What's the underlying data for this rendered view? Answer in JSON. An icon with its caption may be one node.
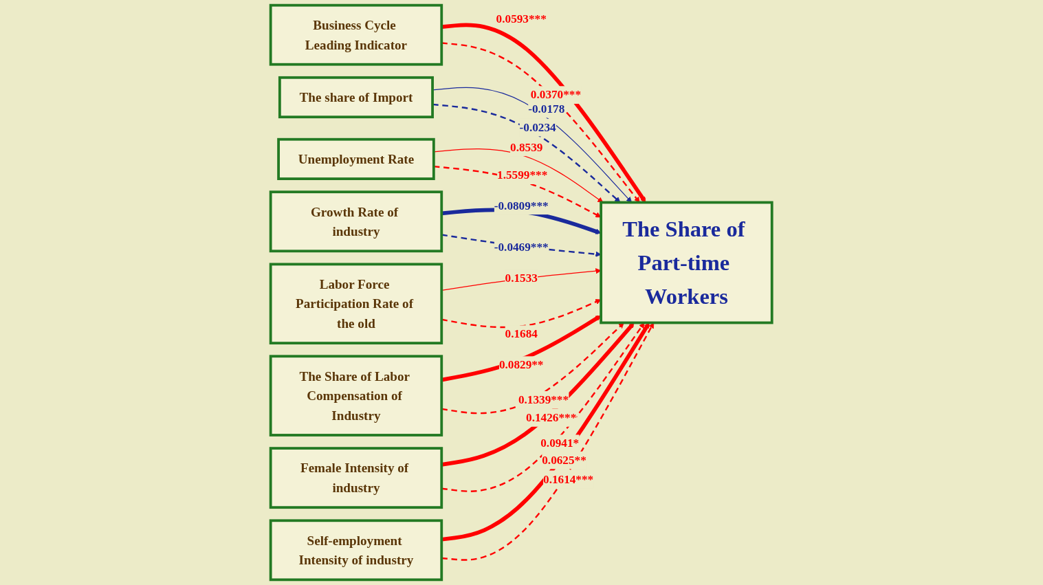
{
  "diagram": {
    "nodes": [
      {
        "text": [
          "Business Cycle Leading Indicator"
        ]
      },
      {
        "text": [
          "The share of Import"
        ]
      },
      {
        "text": [
          "Unemployment Rate"
        ]
      },
      {
        "text": [
          "The Share of Part-time Workers"
        ]
      },
      {
        "text": [
          "Growth Rate of industry"
        ]
      },
      {
        "text": [
          "Labor Force Participation Rate of the old"
        ]
      },
      {
        "text": [
          "The Share of Labor Compensation of Industry"
        ]
      },
      {
        "text": [
          "Female Intensity of industry"
        ]
      },
      {
        "text": [
          "Self-employment Intensity of industry"
        ]
      }
    ],
    "edges": [
      {
        "from": 0,
        "to": 3,
        "arrow": "to",
        "label": "0.0593***",
        "style": "thick"
      },
      {
        "from": 0,
        "to": 3,
        "arrow": "to",
        "label": "0.0370***",
        "style": "dashed"
      },
      {
        "from": 1,
        "to": 3,
        "arrow": "to",
        "label": "-0.0178",
        "color": "#1a2a9c"
      },
      {
        "from": 1,
        "to": 3,
        "arrow": "to",
        "label": "-0.0234",
        "style": "dashed",
        "color": "#1a2a9c"
      },
      {
        "from": 2,
        "to": 3,
        "arrow": "to",
        "label": "0.8539"
      },
      {
        "from": 2,
        "to": 3,
        "arrow": "to",
        "label": "1.5599***",
        "style": "dashed"
      },
      {
        "from": 4,
        "to": 3,
        "arrow": "to",
        "label": "-0.0809***",
        "style": "thick",
        "color": "#1a2a9c"
      },
      {
        "from": 4,
        "to": 3,
        "arrow": "to",
        "label": "-0.0469***",
        "style": "dashed",
        "color": "#1a2a9c"
      },
      {
        "from": 5,
        "to": 3,
        "arrow": "to",
        "label": "0.1533"
      },
      {
        "from": 5,
        "to": 3,
        "arrow": "to",
        "label": "0.1684",
        "style": "dashed"
      },
      {
        "from": 6,
        "to": 3,
        "arrow": "to",
        "label": "0.0829**",
        "style": "thick"
      },
      {
        "from": 6,
        "to": 3,
        "arrow": "to",
        "label": "0.1339***",
        "style": "dashed"
      },
      {
        "from": 7,
        "to": 3,
        "arrow": "to",
        "label": "0.1426***",
        "style": "thick"
      },
      {
        "from": 7,
        "to": 3,
        "arrow": "to",
        "label": "0.0941*",
        "style": "dashed"
      },
      {
        "from": 8,
        "to": 3,
        "arrow": "to",
        "label": "0.0625**",
        "style": "thick"
      },
      {
        "from": 8,
        "to": 3,
        "arrow": "to",
        "label": "0.1614***",
        "style": "dashed"
      }
    ]
  }
}
